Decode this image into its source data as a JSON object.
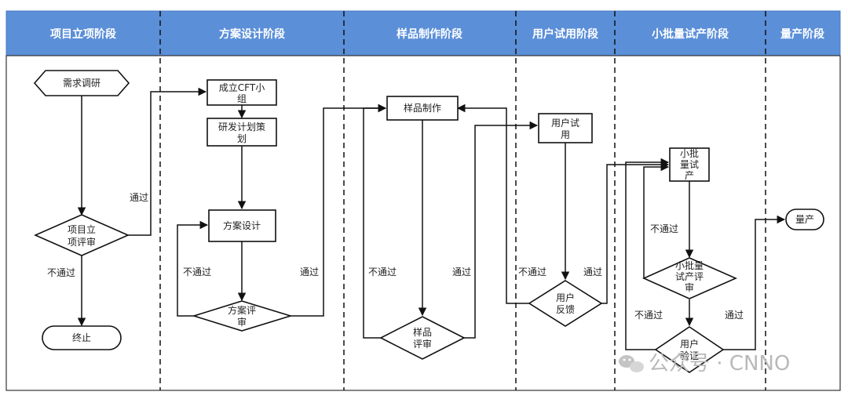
{
  "lanes": {
    "initiation": "项目立项阶段",
    "design": "方案设计阶段",
    "sample": "样品制作阶段",
    "trial": "用户试用阶段",
    "pilot": "小批量试产阶段",
    "mass": "量产阶段"
  },
  "nodes": {
    "demand_research": "需求调研",
    "project_review": [
      "项目立",
      "项评审"
    ],
    "terminate": "终止",
    "form_cft": [
      "成立CFT小",
      "组"
    ],
    "dev_plan": [
      "研发计划策",
      "划"
    ],
    "solution_design": "方案设计",
    "solution_review": [
      "方案评",
      "审"
    ],
    "sample_making": "样品制作",
    "sample_review": [
      "样品",
      "评审"
    ],
    "user_trial": [
      "用户试",
      "用"
    ],
    "user_feedback": [
      "用户",
      "反馈"
    ],
    "pilot_production": [
      "小批",
      "量试",
      "产"
    ],
    "pilot_review": [
      "小批量",
      "试产评",
      "审"
    ],
    "user_verify": [
      "用户",
      "验证"
    ],
    "mass_production": "量产"
  },
  "edge_labels": {
    "pass": "通过",
    "fail": "不通过"
  },
  "watermark": "公众号 · CNNO"
}
